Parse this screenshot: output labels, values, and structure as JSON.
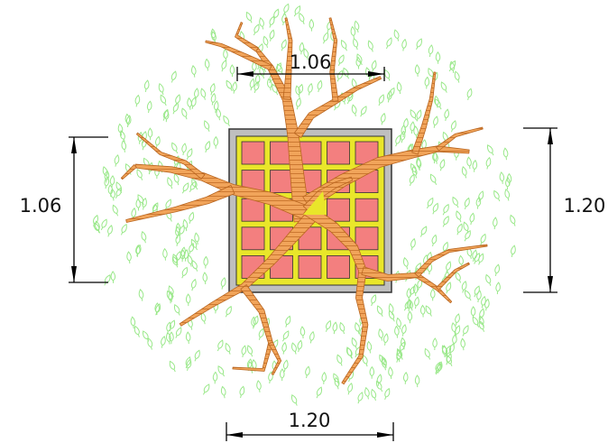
{
  "drawing": {
    "dimensions": {
      "top": "1.06",
      "left": "1.06",
      "right": "1.20",
      "bottom": "1.20"
    },
    "colors": {
      "frame": "#bfbfbf",
      "grate": "#e9e62a",
      "cell": "#f37f7f",
      "branch": "#f1a45a",
      "branch_hatch": "#c8732c",
      "leaf": "#9ae88a",
      "dimension_line": "#000000"
    },
    "grate_grid": {
      "rows": 5,
      "cols": 5
    }
  }
}
